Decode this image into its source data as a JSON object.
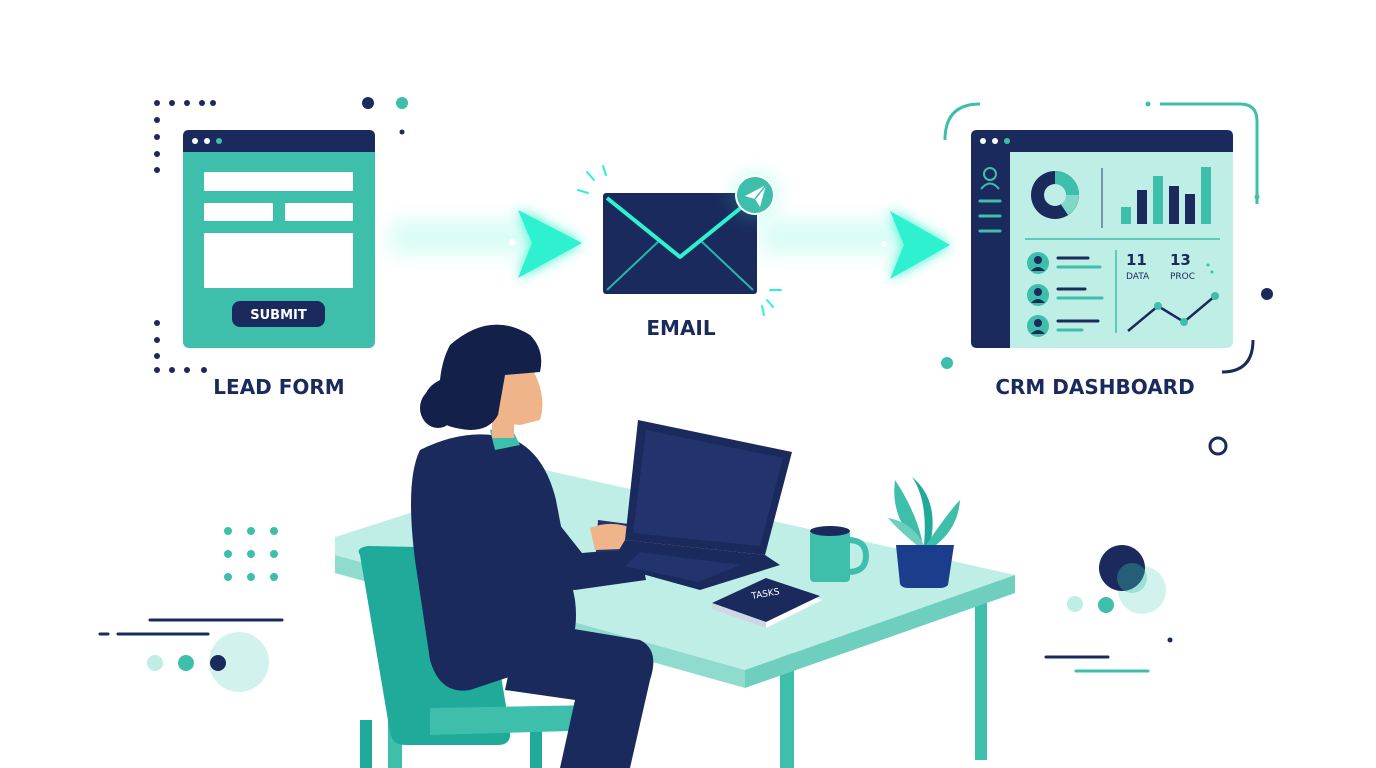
{
  "colors": {
    "navy": "#1b2a5c",
    "teal": "#3dbfab",
    "light_teal": "#bfeee6",
    "glow": "#2ef2cf",
    "skin": "#f0b48a"
  },
  "lead_form": {
    "submit_label": "SUBMIT",
    "caption": "LEAD FORM"
  },
  "email": {
    "caption": "EMAIL",
    "icon": "envelope-icon",
    "badge_icon": "paper-plane-icon"
  },
  "crm": {
    "caption": "CRM DASHBOARD",
    "stat1_value": "11",
    "stat1_label": "DATA",
    "stat2_value": "13",
    "stat2_label": "PROC"
  },
  "notebook_label": "TASKS"
}
